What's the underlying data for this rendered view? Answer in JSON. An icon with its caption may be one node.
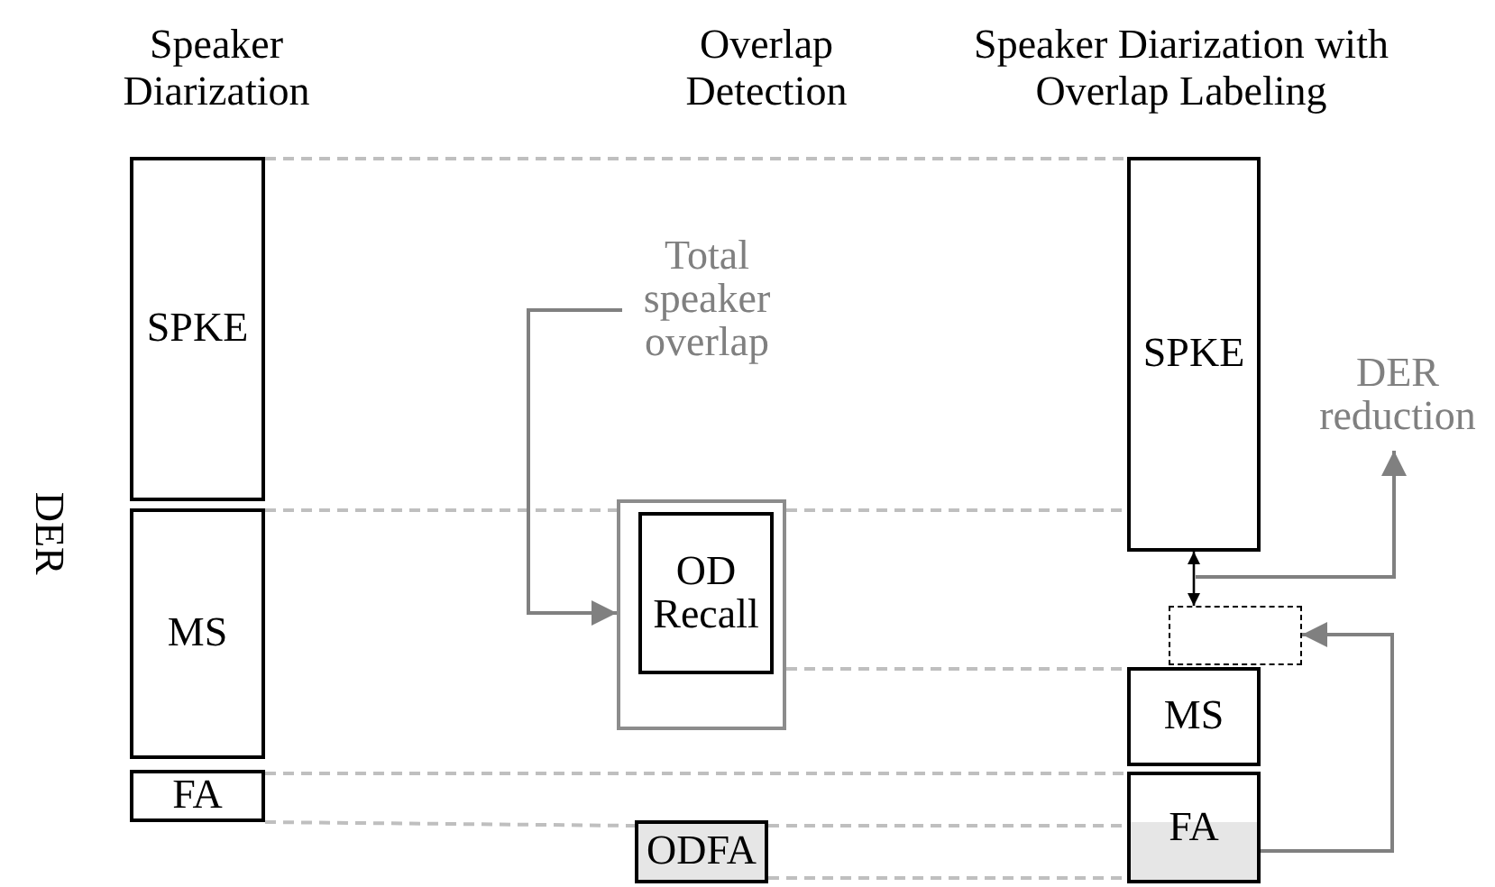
{
  "diagram": {
    "nodes": [
      {
        "text": [
          "SPKE"
        ]
      },
      {
        "text": [
          "MS"
        ]
      },
      {
        "text": [
          "FA"
        ]
      },
      {
        "text": [
          "Total speaker overlap"
        ]
      },
      {
        "text": [],
        "shape": "box"
      },
      {
        "text": [
          "OD Recall"
        ],
        "in": 4
      },
      {
        "text": [
          "ODFA"
        ]
      },
      {
        "text": [
          "SPKE"
        ]
      },
      {
        "text": [],
        "shape": "box"
      },
      {
        "text": [
          "MS"
        ]
      },
      {
        "text": [
          "FA"
        ]
      },
      {
        "text": [
          "DER reduction"
        ]
      }
    ],
    "edges": [
      {
        "from": 0,
        "to": 7,
        "arrow": "none",
        "style": "dashed"
      },
      {
        "from": 1,
        "to": 4,
        "arrow": "none",
        "style": "dashed"
      },
      {
        "from": 4,
        "to": 7,
        "arrow": "none",
        "style": "dashed"
      },
      {
        "from": 4,
        "to": 9,
        "arrow": "none",
        "style": "dashed"
      },
      {
        "from": 2,
        "to": 10,
        "arrow": "none",
        "style": "dashed"
      },
      {
        "from": 2,
        "to": 6,
        "arrow": "none",
        "style": "dashed"
      },
      {
        "from": 6,
        "to": 10,
        "arrow": "none",
        "style": "dashed"
      },
      {
        "from": 6,
        "to": 10,
        "arrow": "none",
        "style": "dashed"
      },
      {
        "from": 3,
        "to": 4,
        "arrow": "to",
        "color": "#808080"
      },
      {
        "from": 7,
        "to": 8,
        "arrow": "both",
        "color": "#000000"
      },
      {
        "from": null,
        "to": 11,
        "arrow": "to",
        "color": "#808080"
      },
      {
        "from": 10,
        "to": 8,
        "arrow": "to",
        "color": "#808080"
      }
    ],
    "labels": [
      "Speaker Diarization",
      "Overlap Detection",
      "Speaker Diarization with Overlap Labeling",
      "DER"
    ]
  }
}
